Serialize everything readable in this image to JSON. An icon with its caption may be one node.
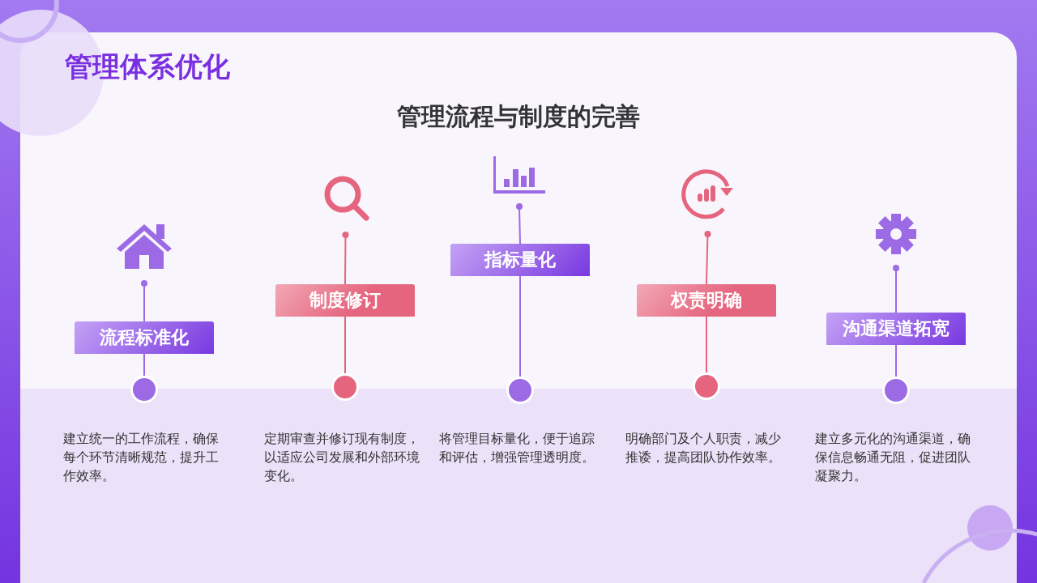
{
  "diagram": {
    "title": "管理体系优化",
    "labels": [
      "管理流程与制度的完善"
    ],
    "nodes": [
      {
        "text": [],
        "shape": "house"
      },
      {
        "text": [
          "流程标准化"
        ]
      },
      {
        "text": [],
        "shape": "circle",
        "beside": [
          "建立统一的工作流程，确保每个环节清晰规范，提升工作效率。"
        ]
      },
      {
        "text": [],
        "shape": "magnifier"
      },
      {
        "text": [
          "制度修订"
        ]
      },
      {
        "text": [],
        "shape": "circle",
        "beside": [
          "定期审查并修订现有制度，以适应公司发展和外部环境变化。"
        ]
      },
      {
        "text": [],
        "shape": "chart"
      },
      {
        "text": [
          "指标量化"
        ]
      },
      {
        "text": [],
        "shape": "circle",
        "beside": [
          "将管理目标量化，便于追踪和评估，增强管理透明度。"
        ]
      },
      {
        "text": [],
        "shape": "refresh"
      },
      {
        "text": [
          "权责明确"
        ]
      },
      {
        "text": [],
        "shape": "circle",
        "beside": [
          "明确部门及个人职责，减少推诿，提高团队协作效率。"
        ]
      },
      {
        "text": [],
        "shape": "gear"
      },
      {
        "text": [
          "沟通渠道拓宽"
        ]
      },
      {
        "text": [],
        "shape": "circle",
        "beside": [
          "建立多元化的沟通渠道，确保信息畅通无阻，促进团队凝聚力。"
        ]
      }
    ],
    "edges": [
      {
        "from": 0,
        "to": 1,
        "arrow": "other"
      },
      {
        "from": 1,
        "to": 2,
        "arrow": "none"
      },
      {
        "from": 3,
        "to": 4,
        "arrow": "other",
        "color": "#e5657e"
      },
      {
        "from": 4,
        "to": 5,
        "arrow": "none",
        "color": "#e5657e"
      },
      {
        "from": 6,
        "to": 7,
        "arrow": "other"
      },
      {
        "from": 7,
        "to": 8,
        "arrow": "none"
      },
      {
        "from": 9,
        "to": 10,
        "arrow": "other",
        "color": "#e5657e"
      },
      {
        "from": 10,
        "to": 11,
        "arrow": "none",
        "color": "#e5657e"
      },
      {
        "from": 12,
        "to": 13,
        "arrow": "other"
      },
      {
        "from": 13,
        "to": 14,
        "arrow": "none"
      }
    ]
  }
}
